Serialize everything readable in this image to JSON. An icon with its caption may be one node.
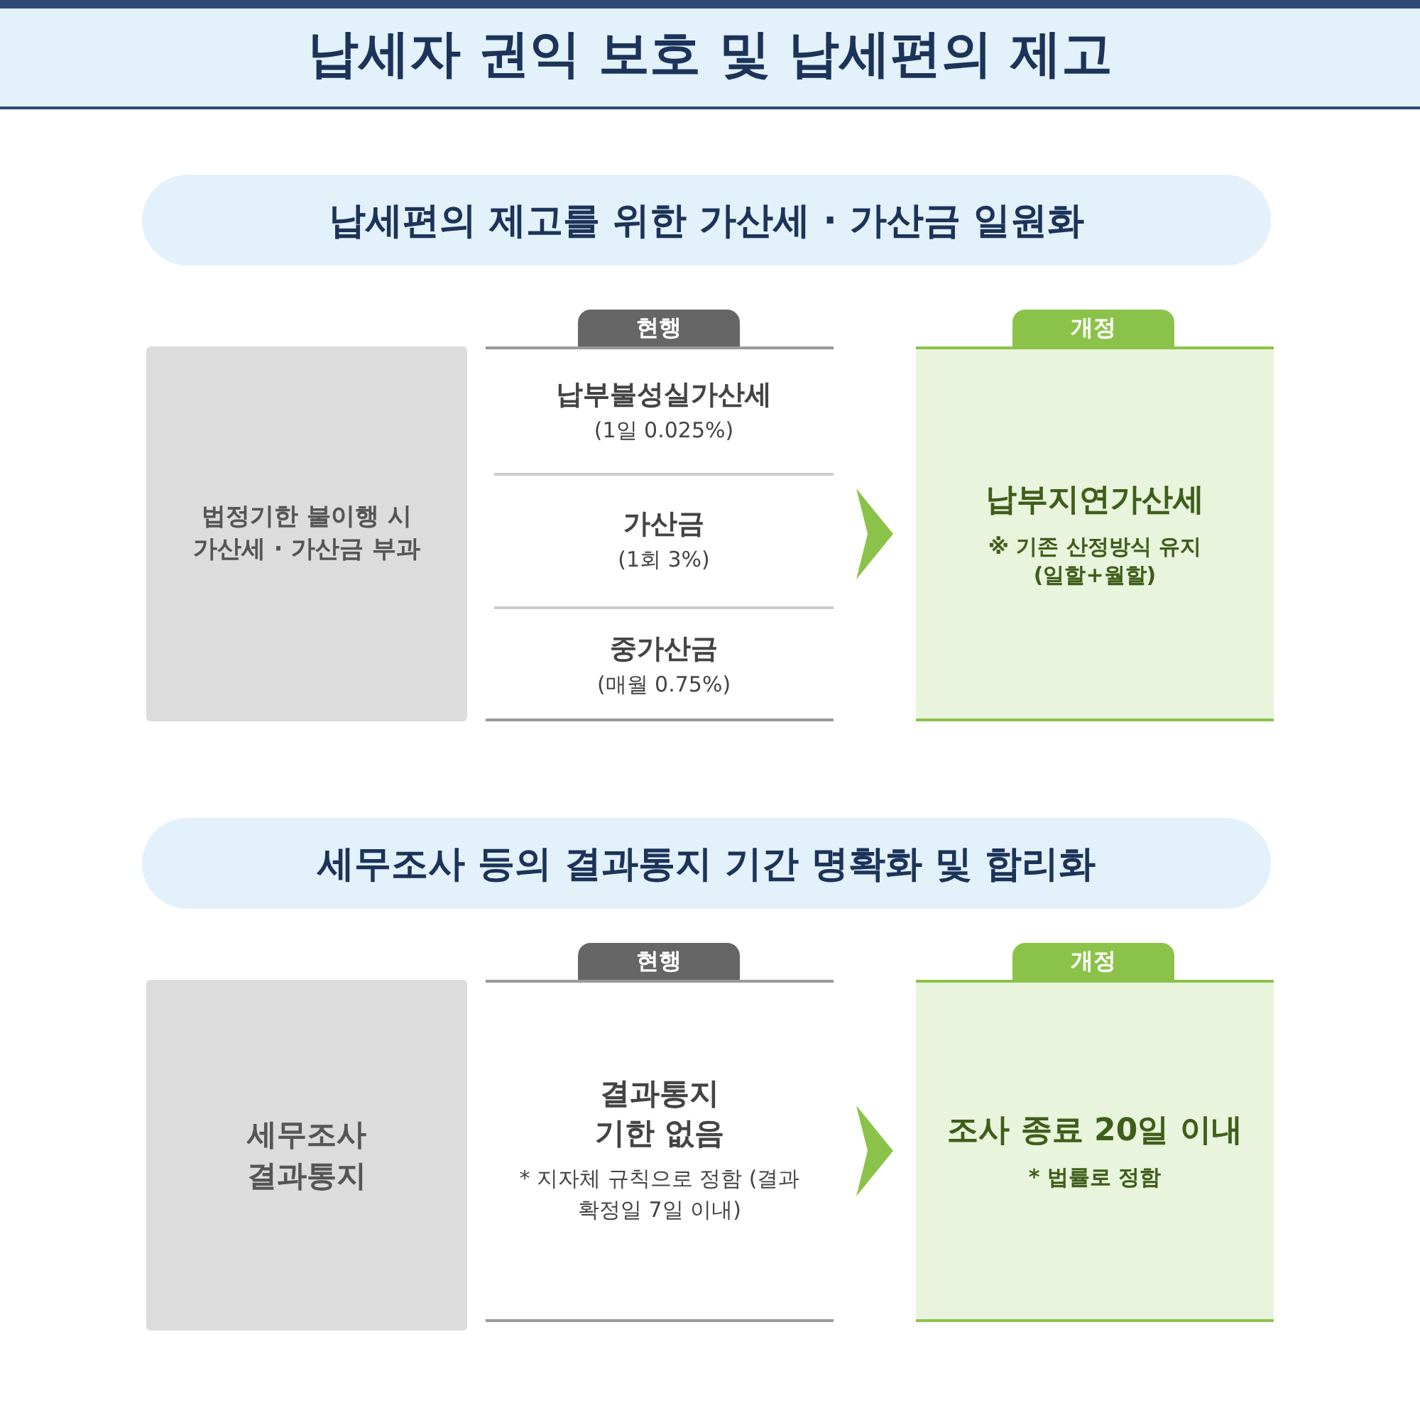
{
  "diagram": {
    "title": "납세자 권익 보호 및 납세편의 제고",
    "nodes": [
      {
        "text": [
          "납세편의 제고를 위한 가산세 · 가산금 일원화"
        ]
      },
      {
        "text": [
          "법정기한 불이행 시 가산세 · 가산금 부과"
        ]
      },
      {
        "text": [
          "현행"
        ]
      },
      {
        "text": [
          "납부불성실가산세",
          "(1일 0.025%)"
        ],
        "in": 2
      },
      {
        "text": [
          "가산금",
          "(1회 3%)"
        ],
        "in": 2
      },
      {
        "text": [
          "중가산금",
          "(매월 0.75%)"
        ],
        "in": 2
      },
      {
        "text": [
          "개정",
          "납부지연가산세",
          "※ 기존 산정방식 유지 (일할+월할)"
        ]
      },
      {
        "text": [
          "세무조사 등의 결과통지 기간 명확화 및 합리화"
        ]
      },
      {
        "text": [
          "세무조사 결과통지"
        ]
      },
      {
        "text": [
          "현행",
          "결과통지 기한 없음",
          "* 지자체 규칙으로 정함 (결과 확정일 7일 이내)"
        ]
      },
      {
        "text": [
          "개정",
          "조사 종료 20일 이내",
          "* 법률로 정함"
        ]
      }
    ],
    "edges": [
      {
        "from": 2,
        "to": 6,
        "arrow": "to"
      },
      {
        "from": 9,
        "to": 10,
        "arrow": "to"
      }
    ]
  }
}
